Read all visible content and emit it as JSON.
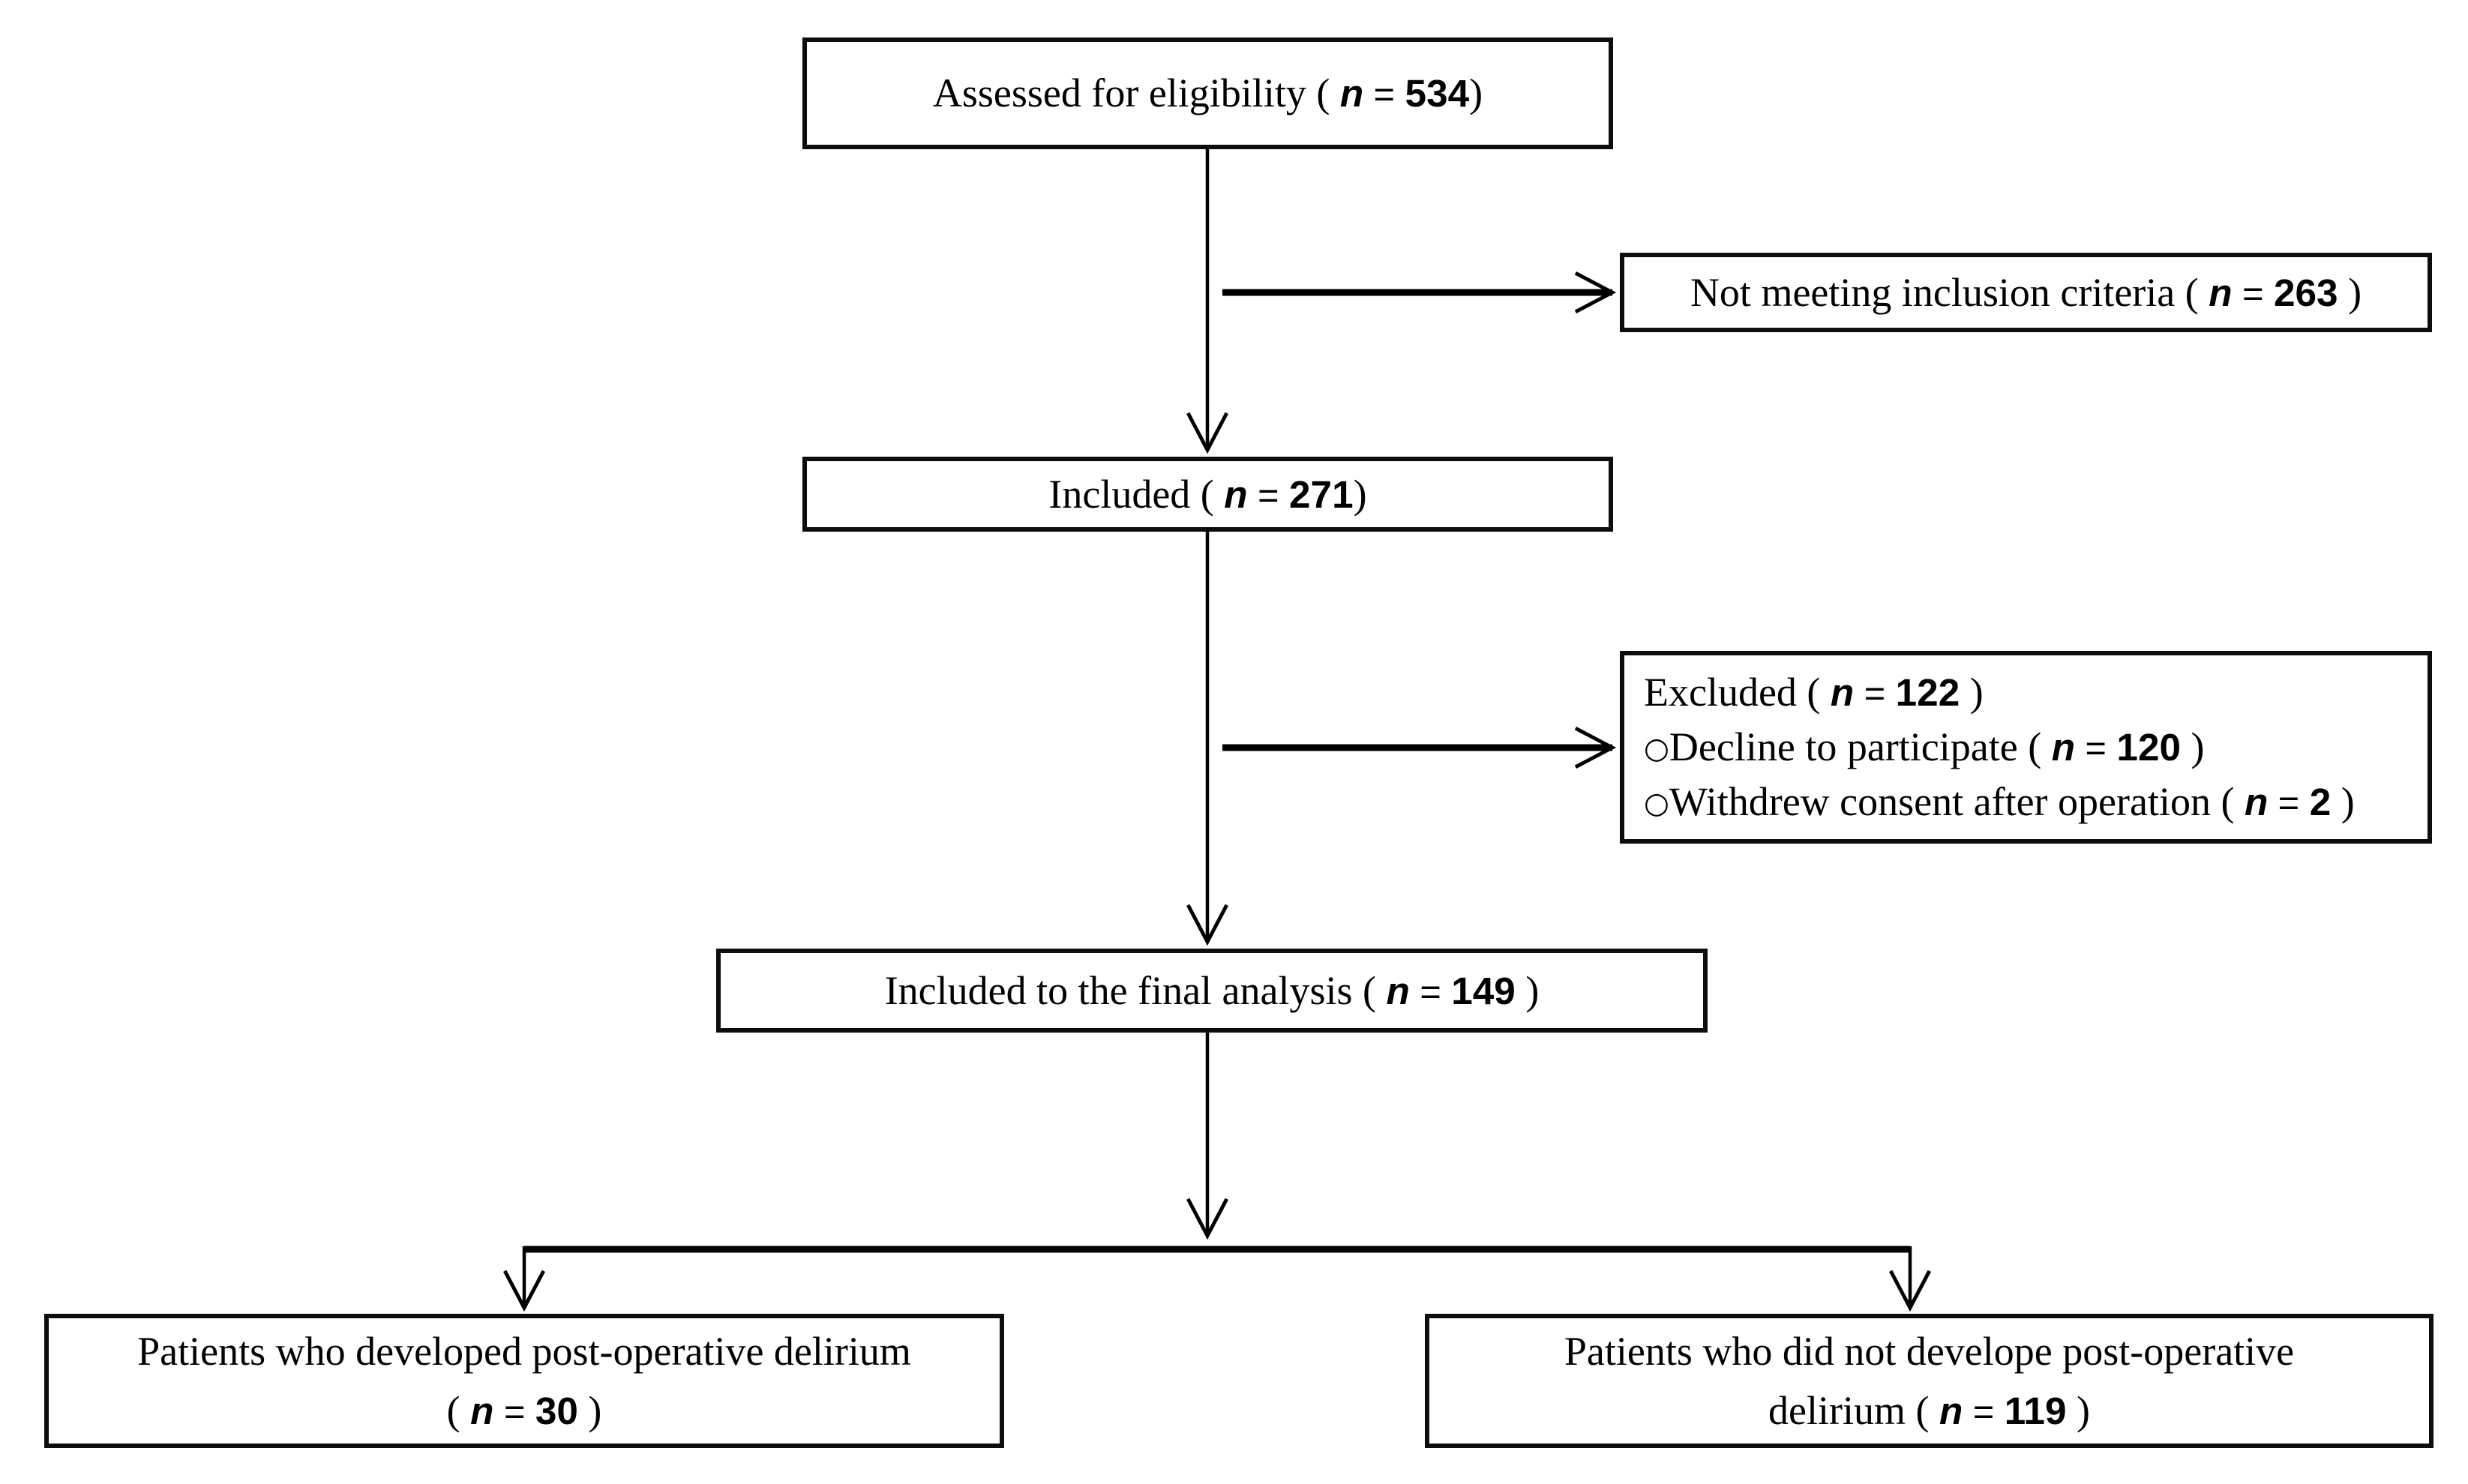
{
  "figure": {
    "type": "flow-diagram",
    "description": "CONSORT-style participant flow chart",
    "colors": {
      "background": "#ffffff",
      "line": "#000000",
      "text": "#000000"
    }
  },
  "boxes": {
    "assessed": {
      "pre": "Assessed for eligibility ( ",
      "var": "n",
      "eq": " = ",
      "value": "534",
      "post": ")"
    },
    "not_meeting": {
      "pre": "Not meeting inclusion criteria ( ",
      "var": "n",
      "eq": " = ",
      "value": "263",
      "post": " )"
    },
    "included": {
      "pre": "Included ( ",
      "var": "n",
      "eq": " = ",
      "value": "271",
      "post": ")"
    },
    "excluded": {
      "line1": {
        "pre": "Excluded ( ",
        "var": "n",
        "eq": " = ",
        "value": "122",
        "post": " )"
      },
      "line2": {
        "bullet": "○",
        "pre": "Decline to participate ( ",
        "var": "n",
        "eq": " = ",
        "value": "120",
        "post": " )"
      },
      "line3": {
        "bullet": "○",
        "pre": "Withdrew consent after operation ( ",
        "var": "n",
        "eq": " = ",
        "value": "2",
        "post": " )"
      }
    },
    "final_analysis": {
      "pre": "Included to the final analysis ( ",
      "var": "n",
      "eq": " = ",
      "value": "149",
      "post": " )"
    },
    "delirium": {
      "line1": "Patients who developed post-operative delirium",
      "pre": "( ",
      "var": "n",
      "eq": " = ",
      "value": "30",
      "post": " )"
    },
    "no_delirium": {
      "line1": "Patients who did not develope post-operative",
      "pre": "delirium ( ",
      "var": "n",
      "eq": " = ",
      "value": "119",
      "post": " )"
    }
  }
}
